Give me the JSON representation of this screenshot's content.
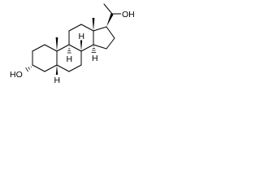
{
  "labels": {
    "hydroxyl_right": "OH",
    "hydroxyl_left": "HO",
    "hydrogen_c14": "H",
    "hydrogen_c8": "H",
    "hydrogen_c9": "H",
    "hydrogen_c5": "H"
  },
  "colors": {
    "bond": "#000000",
    "background": "#ffffff"
  }
}
